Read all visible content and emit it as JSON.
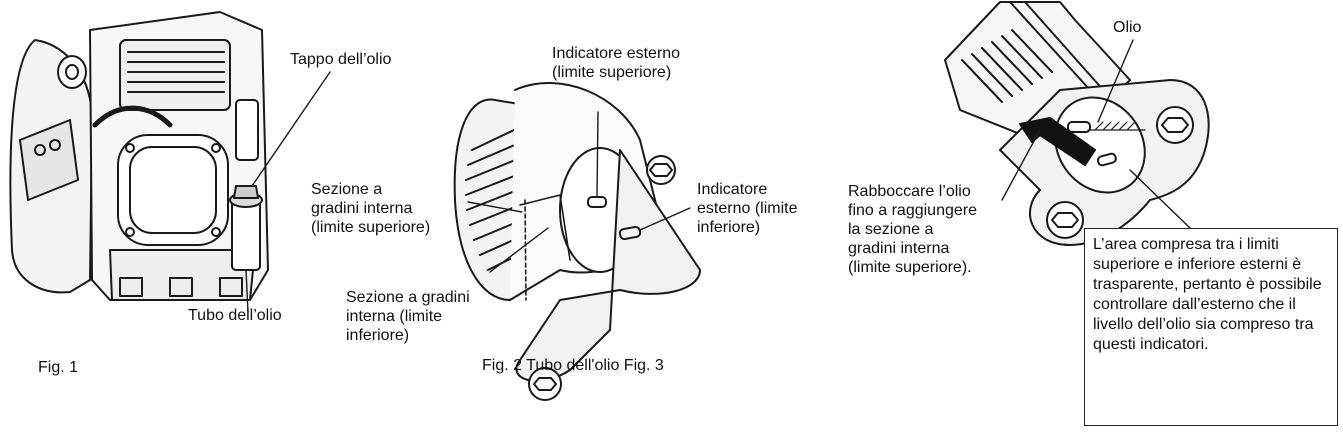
{
  "fig1": {
    "caption": "Fig. 1",
    "label_oil_cap": "Tappo dell’olio",
    "label_oil_tube": "Tubo dell’olio"
  },
  "fig2": {
    "caption": "Fig. 2 Tubo dell'olio Fig. 3",
    "label_outer_upper": "Indicatore esterno\n(limite superiore)",
    "label_outer_lower": "Indicatore\nesterno (limite\ninferiore)",
    "label_inner_upper": "Sezione a\ngradini interna\n(limite superiore)",
    "label_inner_lower": "Sezione a gradini\ninterna (limite\ninferiore)"
  },
  "fig3": {
    "label_oil": "Olio",
    "label_refill": "Rabboccare l’olio\nfino a raggiungere\nla sezione a\ngradini interna\n(limite superiore).",
    "note": "L’area compresa tra i limiti superiore e inferiore esterni è trasparente, pertanto è possibile controllare dall’esterno che il livello dell’olio sia compreso tra questi indicatori."
  }
}
